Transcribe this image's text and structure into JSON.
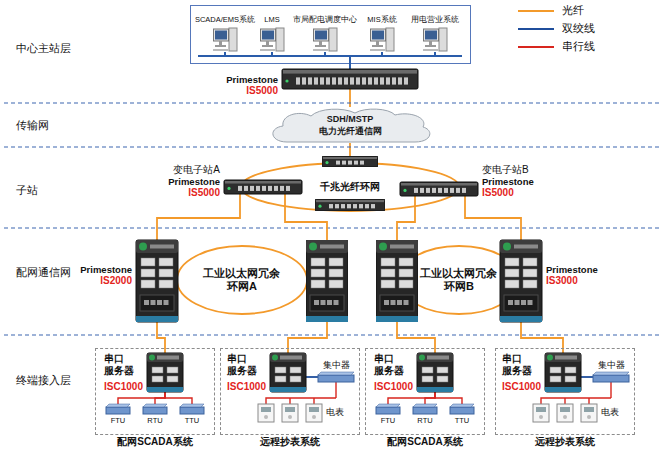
{
  "diagram": {
    "nodes": [
      {
        "text": [
          "SCADA/EMS系统"
        ]
      },
      {
        "text": [
          "LMS"
        ]
      },
      {
        "text": [
          "市局配电调度中心"
        ]
      },
      {
        "text": [
          "MIS系统"
        ]
      },
      {
        "text": [
          "用电营业系统"
        ]
      },
      {
        "text": [
          "Primestone",
          "IS5000"
        ]
      },
      {
        "text": [
          "SDH/MSTP",
          "电力光纤通信网"
        ]
      },
      {
        "text": [
          "变电子站A",
          "Primestone",
          "IS5000"
        ]
      },
      {
        "text": [
          "变电子站B",
          "Primestone",
          "IS5000"
        ]
      },
      {
        "text": [
          "千兆光纤环网"
        ]
      },
      {
        "text": [
          "Primestone",
          "IS2000"
        ]
      },
      {
        "text": [
          "工业以太网冗余环网A"
        ]
      },
      {
        "text": [
          "工业以太网冗余环网B"
        ]
      },
      {
        "text": [
          "Primestone",
          "IS3000"
        ]
      },
      {
        "text": [
          "配网SCADA系统"
        ]
      },
      {
        "text": [
          "串口 服务器",
          "ISC1000"
        ],
        "in": 14
      },
      {
        "text": [
          "FTU"
        ],
        "in": 14
      },
      {
        "text": [
          "RTU"
        ],
        "in": 14
      },
      {
        "text": [
          "TTU"
        ],
        "in": 14
      },
      {
        "text": [
          "远程抄表系统"
        ]
      },
      {
        "text": [
          "串口 服务器",
          "ISC1000"
        ],
        "in": 19
      },
      {
        "text": [
          "集中器"
        ],
        "in": 19
      },
      {
        "text": [
          "配网SCADA系统"
        ]
      },
      {
        "text": [
          "串口 服务器",
          "ISC1000"
        ],
        "in": 22
      },
      {
        "text": [
          "FTU"
        ],
        "in": 22
      },
      {
        "text": [
          "RTU"
        ],
        "in": 22
      },
      {
        "text": [
          "TTU"
        ],
        "in": 22
      },
      {
        "text": [
          "远程抄表系统"
        ]
      },
      {
        "text": [
          "串口 服务器",
          "ISC1000"
        ],
        "in": 27
      },
      {
        "text": [
          "集中器"
        ],
        "in": 27
      }
    ],
    "edges": [
      {
        "from": 5,
        "to": 6,
        "arrow": "none"
      },
      {
        "from": 6,
        "to": 9,
        "arrow": "none"
      },
      {
        "from": 7,
        "to": 10,
        "arrow": "none"
      },
      {
        "from": 8,
        "to": 13,
        "arrow": "none"
      },
      {
        "from": 10,
        "to": 15,
        "arrow": "none"
      },
      {
        "from": 13,
        "to": 28,
        "arrow": "none"
      },
      {
        "from": 15,
        "to": 16,
        "arrow": "none"
      },
      {
        "from": 15,
        "to": 17,
        "arrow": "none"
      },
      {
        "from": 15,
        "to": 18,
        "arrow": "none"
      },
      {
        "from": 23,
        "to": 24,
        "arrow": "none"
      },
      {
        "from": 23,
        "to": 25,
        "arrow": "none"
      },
      {
        "from": 23,
        "to": 26,
        "arrow": "none"
      },
      {
        "from": 20,
        "to": 21,
        "arrow": "none"
      },
      {
        "from": 28,
        "to": 29,
        "arrow": "none"
      }
    ],
    "labels": [
      "中心主站层",
      "传输网",
      "子站",
      "配网通信网",
      "终端接入层",
      "电表",
      "电表"
    ],
    "legend": [
      {
        "text": "光纤"
      },
      {
        "text": "双绞线"
      },
      {
        "text": "串行线"
      }
    ]
  }
}
